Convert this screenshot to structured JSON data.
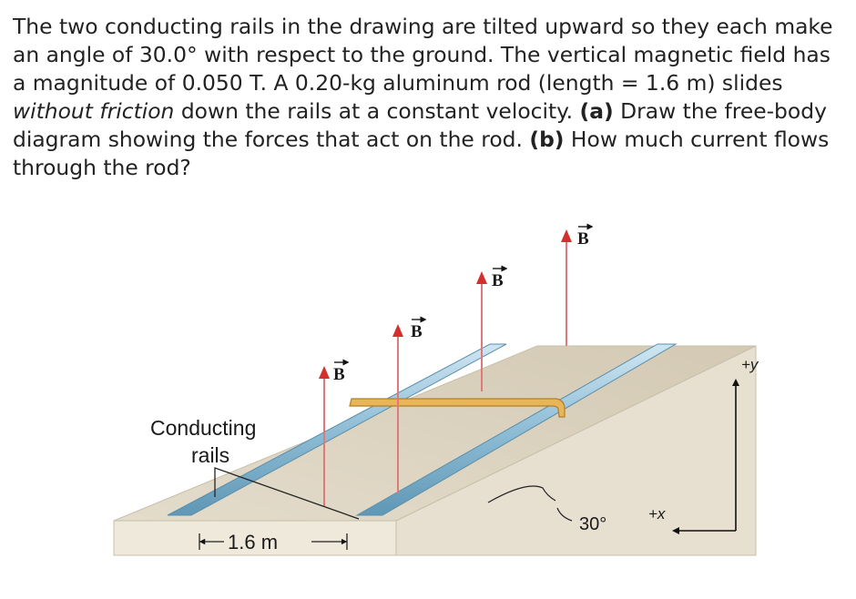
{
  "problem": {
    "s1": "The two conducting rails in the drawing are tilted upward so they each make an angle of 30.0° with respect to the ground. The vertical magnetic field has a magnitude of 0.050 T. A 0.20-kg aluminum rod (length = 1.6 m) slides ",
    "s2": "without friction",
    "s3": " down the rails at a constant velocity. ",
    "s4": "(a)",
    "s5": " Draw the free-body diagram showing the forces that act on the rod. ",
    "s6": "(b)",
    "s7": " How much current flows through the rod?"
  },
  "figure": {
    "b_label": "B",
    "conducting_1": "Conducting",
    "conducting_2": "rails",
    "width_label": "1.6 m",
    "angle_label": "30°",
    "plus_x": "+x",
    "plus_y": "+y"
  },
  "colors": {
    "ramp_top": "#dcd3c1",
    "ramp_side": "#e6dfd0",
    "rail": "#8fbdd6",
    "rod": "#e8b558",
    "field_arrow": "#e07a7a"
  }
}
